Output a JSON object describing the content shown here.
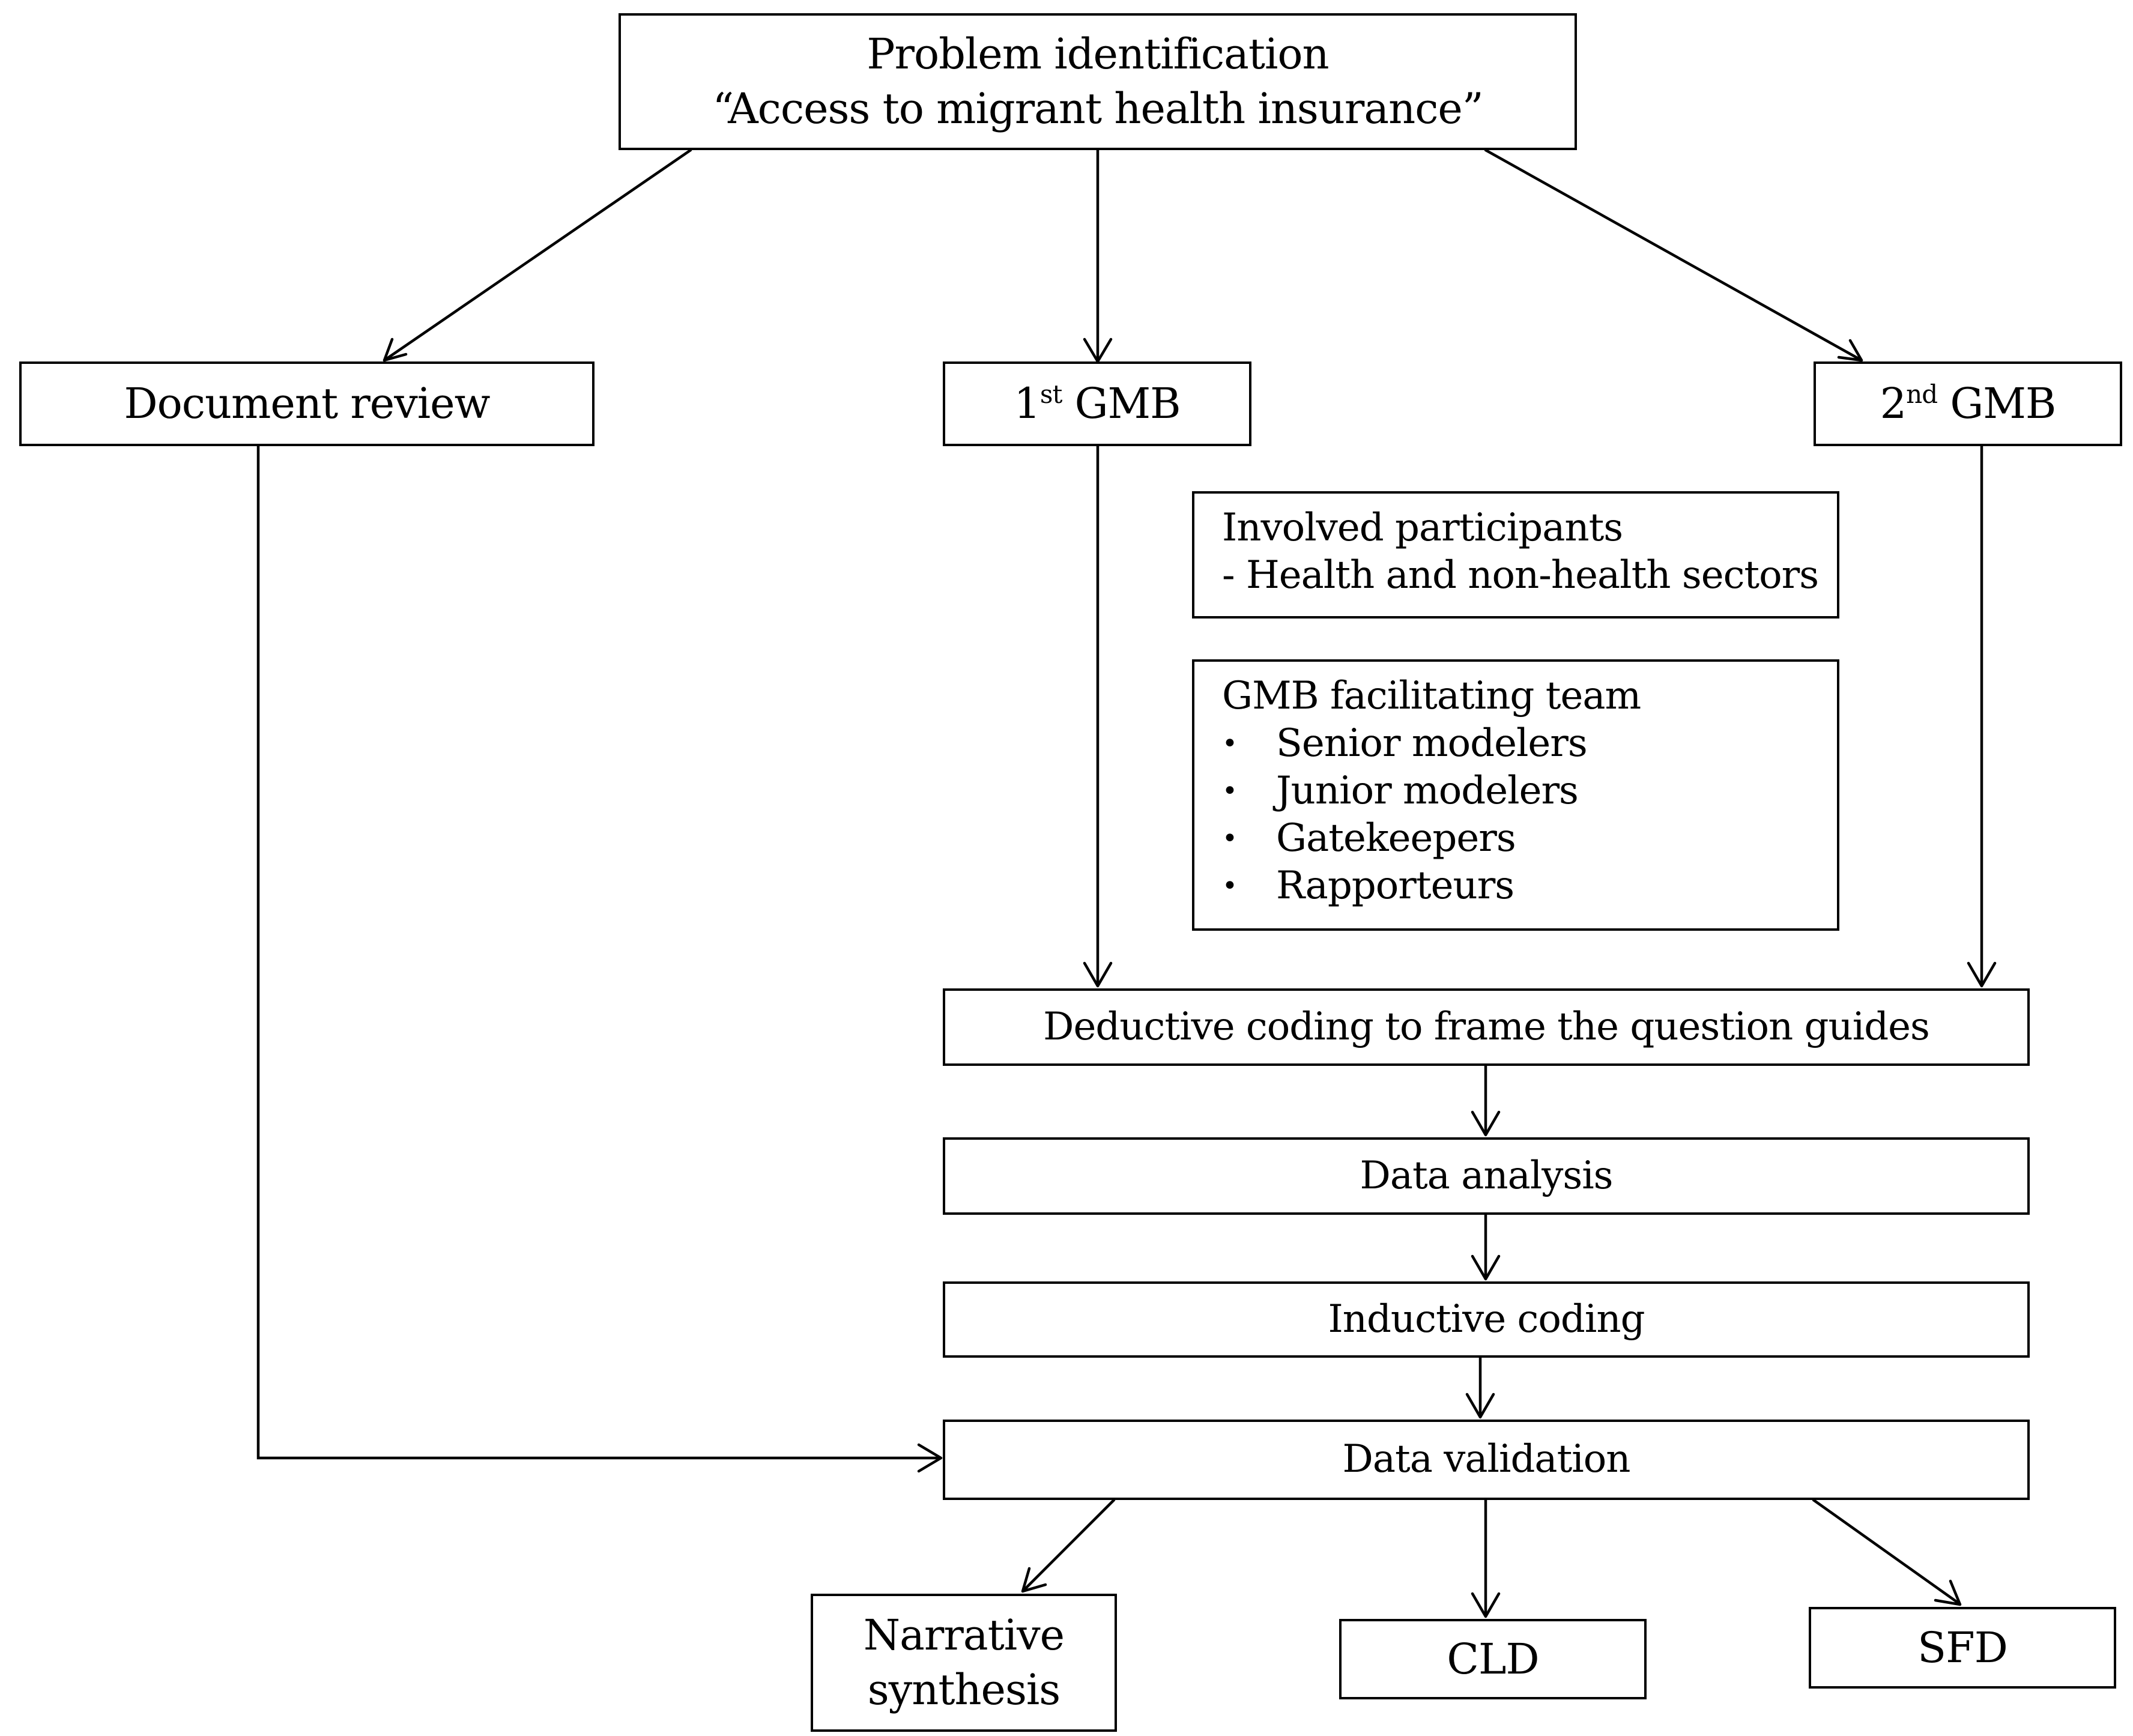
{
  "boxes": {
    "problem": {
      "line1": "Problem identification",
      "line2": "“Access to migrant health insurance”"
    },
    "document_review": "Document review",
    "gmb1": {
      "ordinal": "1",
      "suffix": "st",
      "label": "GMB"
    },
    "gmb2": {
      "ordinal": "2",
      "suffix": "nd",
      "label": "GMB"
    },
    "participants": {
      "title": "Involved participants",
      "line": "- Health and non-health sectors"
    },
    "facilitating_team": {
      "title": "GMB facilitating team",
      "bullet": "•",
      "items": [
        "Senior modelers",
        "Junior modelers",
        "Gatekeepers",
        "Rapporteurs"
      ]
    },
    "deductive_coding": "Deductive coding to frame the question guides",
    "data_analysis": "Data analysis",
    "inductive_coding": "Inductive coding",
    "data_validation": "Data validation",
    "narrative": {
      "line1": "Narrative",
      "line2": "synthesis"
    },
    "cld": "CLD",
    "sfd": "SFD"
  }
}
